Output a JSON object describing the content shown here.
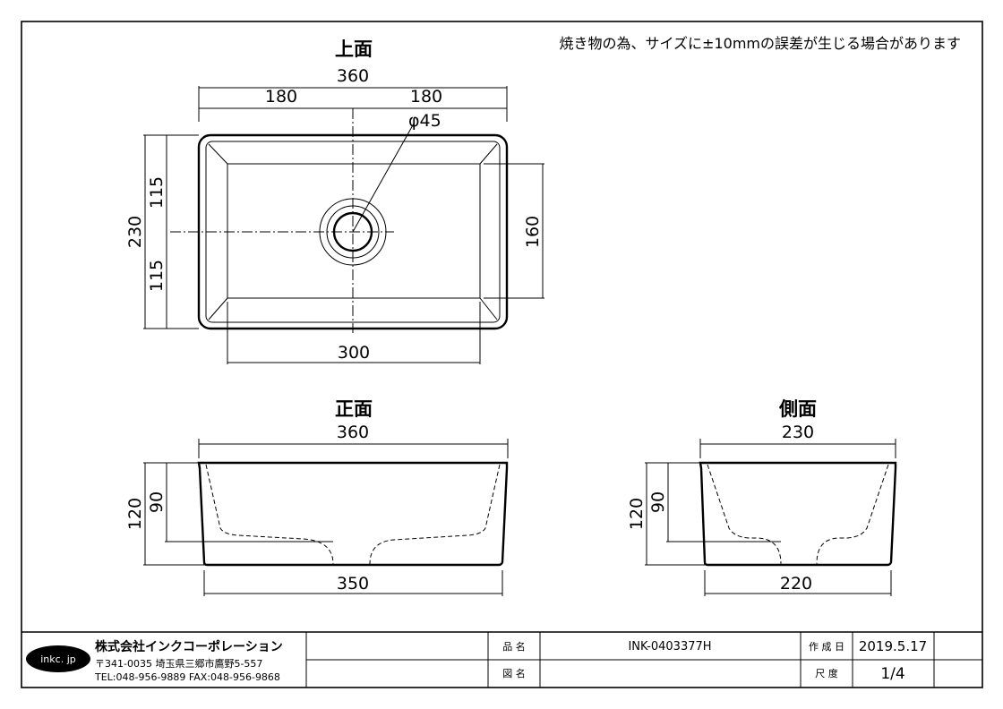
{
  "note": "焼き物の為、サイズに±10mmの誤差が生じる場合があります",
  "top_view": {
    "title": "上面",
    "width_total": "360",
    "half_left": "180",
    "half_right": "180",
    "drain": "φ45",
    "depth_total": "230",
    "depth_upper": "115",
    "depth_lower": "115",
    "inner_depth": "160",
    "inner_width": "300"
  },
  "front_view": {
    "title": "正面",
    "width_top": "360",
    "height_total": "120",
    "height_inner": "90",
    "width_bottom": "350"
  },
  "side_view": {
    "title": "側面",
    "width_top": "230",
    "height_total": "120",
    "height_inner": "90",
    "width_bottom": "220"
  },
  "title_block": {
    "logo": "inkc. jp",
    "company": "株式会社インクコーポレーション",
    "address": "〒341-0035 埼玉県三郷市鷹野5-557",
    "contact": "TEL:048-956-9889  FAX:048-956-9868",
    "product_label": "品 名",
    "product_value": "INK-0403377H",
    "drawing_label": "図 名",
    "drawing_value": "",
    "date_label": "作 成 日",
    "date_value": "2019.5.17",
    "scale_label": "尺 度",
    "scale_value": "1/4"
  }
}
